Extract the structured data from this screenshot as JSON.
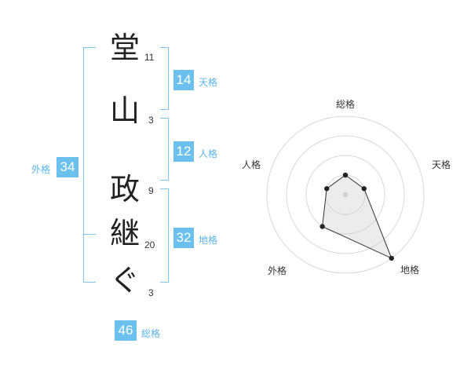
{
  "name": {
    "chars": [
      {
        "char": "堂",
        "strokes": "11"
      },
      {
        "char": "山",
        "strokes": "3"
      },
      {
        "char": "政",
        "strokes": "9"
      },
      {
        "char": "継",
        "strokes": "20"
      },
      {
        "char": "ぐ",
        "strokes": "3"
      }
    ]
  },
  "fortune": {
    "tenkaku": {
      "value": "14",
      "label": "天格"
    },
    "jinkaku": {
      "value": "12",
      "label": "人格"
    },
    "chikaku": {
      "value": "32",
      "label": "地格"
    },
    "gaikaku": {
      "value": "34",
      "label": "外格"
    },
    "soukaku": {
      "value": "46",
      "label": "総格"
    }
  },
  "colors": {
    "accent": "#6cc0ee",
    "bracket": "#7fc6ee"
  },
  "chart_data": {
    "type": "radar",
    "axes": [
      "総格",
      "天格",
      "地格",
      "外格",
      "人格"
    ],
    "values": [
      1,
      1,
      4,
      2,
      1
    ],
    "rmax": 4,
    "rings": 4
  }
}
